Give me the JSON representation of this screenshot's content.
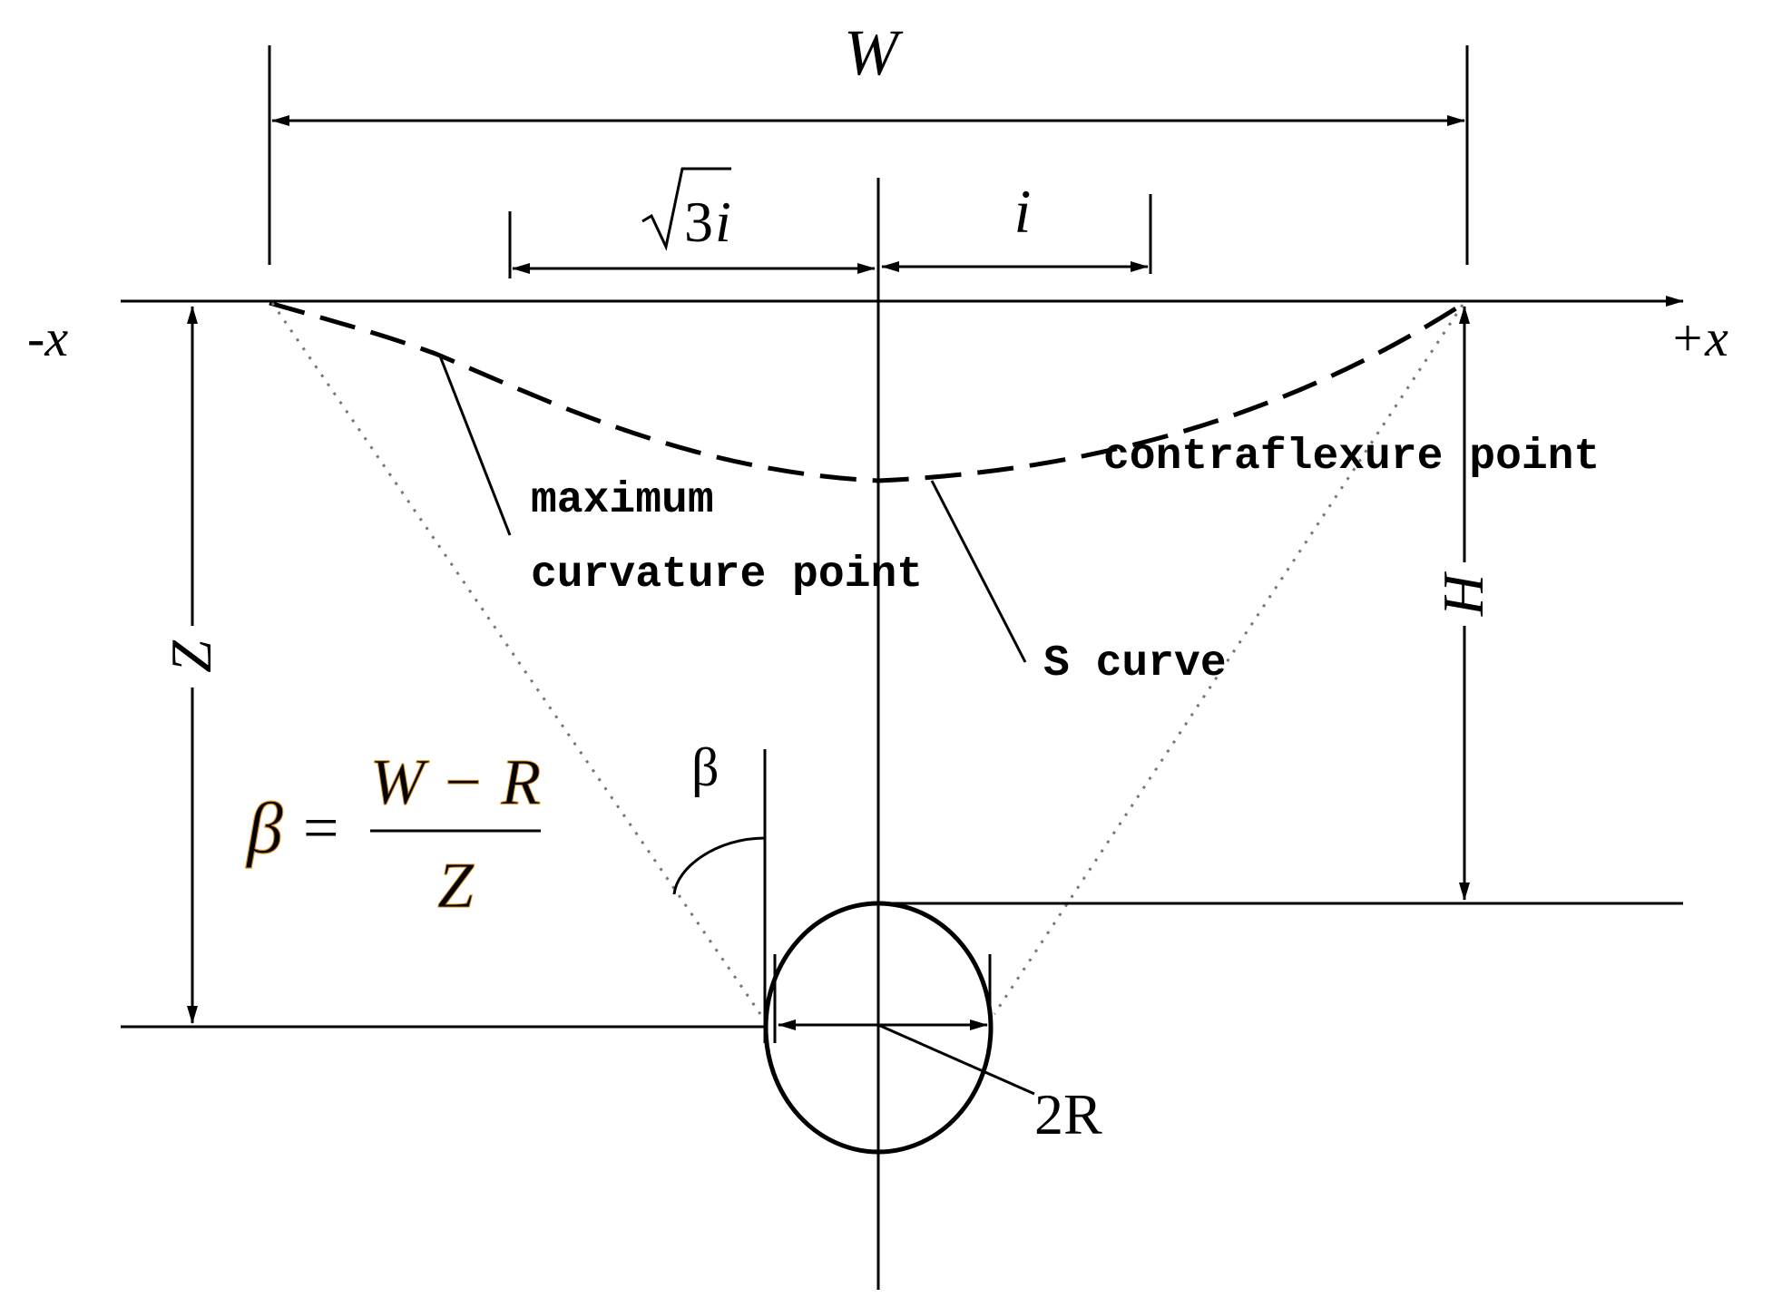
{
  "labels": {
    "width": "W",
    "sqrt_root": "3",
    "sqrt_var": "i",
    "i": "i",
    "neg_x": "-x",
    "pos_x": "+x",
    "z": "Z",
    "h": "H",
    "contraflexure": "contraflexure point",
    "max_curv_1": "maximum",
    "max_curv_2": "curvature point",
    "s_curve": "S curve",
    "beta": "β",
    "two_r": "2R"
  },
  "formula": {
    "lhs": "β",
    "eq": "=",
    "numerator": "W − R",
    "denominator": "Z"
  },
  "colors": {
    "ink": "#000000",
    "formula": "#000000",
    "formula_accent": "#d4881c",
    "dotted": "#777777"
  }
}
